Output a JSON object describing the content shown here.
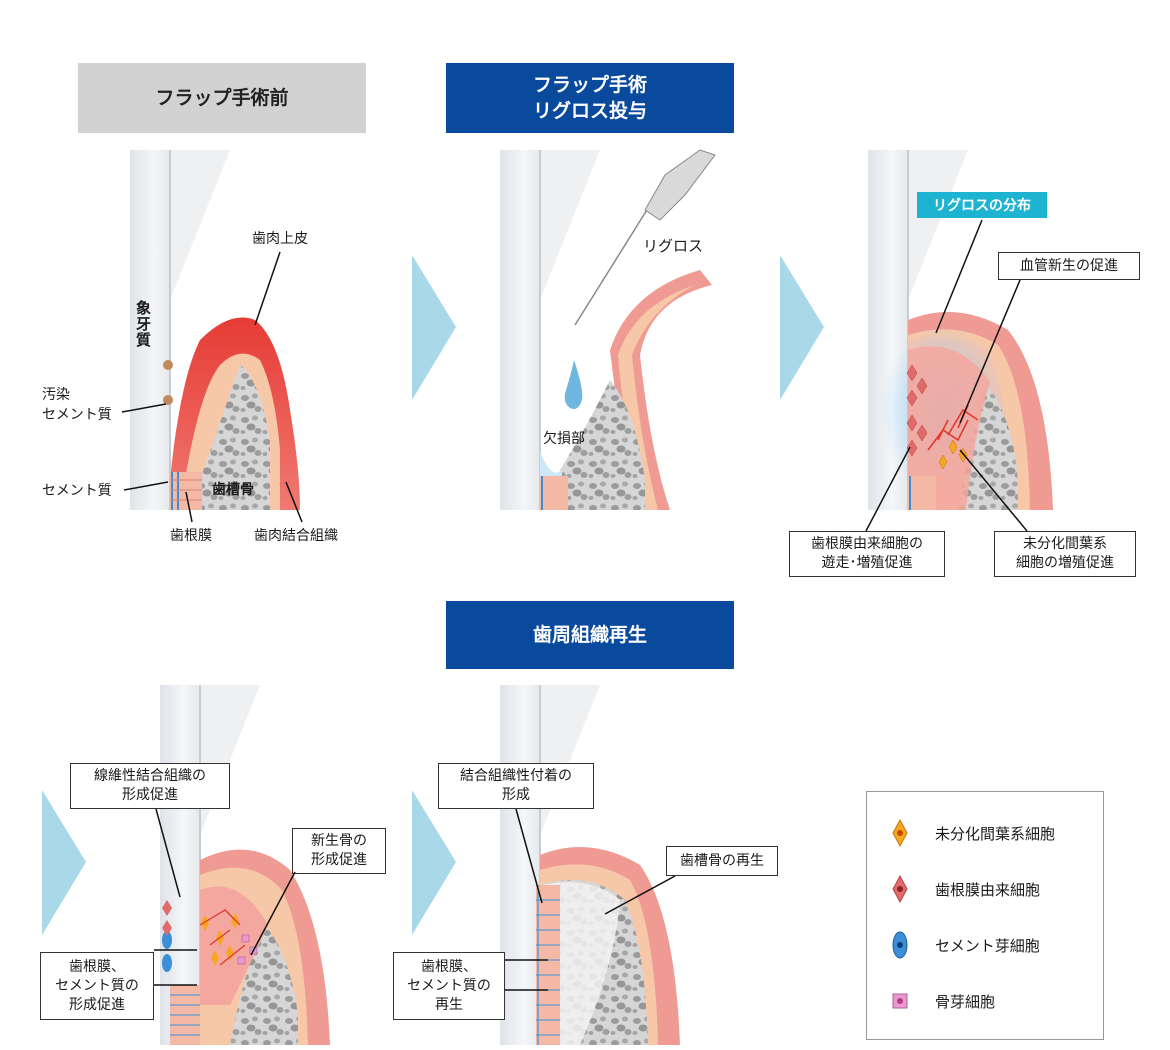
{
  "headers": {
    "before": "フラップ手術前",
    "surgery_line1": "フラップ手術",
    "surgery_line2": "リグロス投与",
    "regeneration": "歯周組織再生"
  },
  "panel1": {
    "gingival_epithelium": "歯肉上皮",
    "dentin": "象牙質",
    "contaminated_line1": "汚染",
    "contaminated_line2": "セメント質",
    "cementum": "セメント質",
    "alveolar_bone": "歯槽骨",
    "pdl": "歯根膜",
    "gingival_connective": "歯肉結合組織"
  },
  "panel2": {
    "regroth": "リグロス",
    "defect": "欠損部"
  },
  "panel3": {
    "distribution": "リグロスの分布",
    "angiogenesis": "血管新生の促進",
    "pdl_cells_line1": "歯根膜由来細胞の",
    "pdl_cells_line2": "遊走･増殖促進",
    "mesenchymal_line1": "未分化間葉系",
    "mesenchymal_line2": "細胞の増殖促進"
  },
  "panel4": {
    "fibrous_line1": "線維性結合組織の",
    "fibrous_line2": "形成促進",
    "new_bone_line1": "新生骨の",
    "new_bone_line2": "形成促進",
    "pdl_cementum_line1": "歯根膜、",
    "pdl_cementum_line2": "セメント質の",
    "pdl_cementum_line3": "形成促進"
  },
  "panel5": {
    "attachment_line1": "結合組織性付着の",
    "attachment_line2": "形成",
    "alveolar_regen": "歯槽骨の再生",
    "pdl_cementum_line1": "歯根膜、",
    "pdl_cementum_line2": "セメント質の",
    "pdl_cementum_line3": "再生"
  },
  "legend": {
    "items": [
      {
        "icon": "mesenchymal-cell-icon",
        "label": "未分化間葉系細胞",
        "color": "#f5a623"
      },
      {
        "icon": "pdl-cell-icon",
        "label": "歯根膜由来細胞",
        "color": "#e06b6b"
      },
      {
        "icon": "cementoblast-icon",
        "label": "セメント芽細胞",
        "color": "#3a8fd8"
      },
      {
        "icon": "osteoblast-icon",
        "label": "骨芽細胞",
        "color": "#e79ad0"
      }
    ]
  },
  "colors": {
    "header_blue": "#0a4a9c",
    "header_gray": "#d2d2d2",
    "arrow": "#a9d8e8",
    "gum": "#ef9b94",
    "gum_inflamed": "#e2403a",
    "bone": "#c9c9c9",
    "label_cyan": "#1fb3d2"
  }
}
